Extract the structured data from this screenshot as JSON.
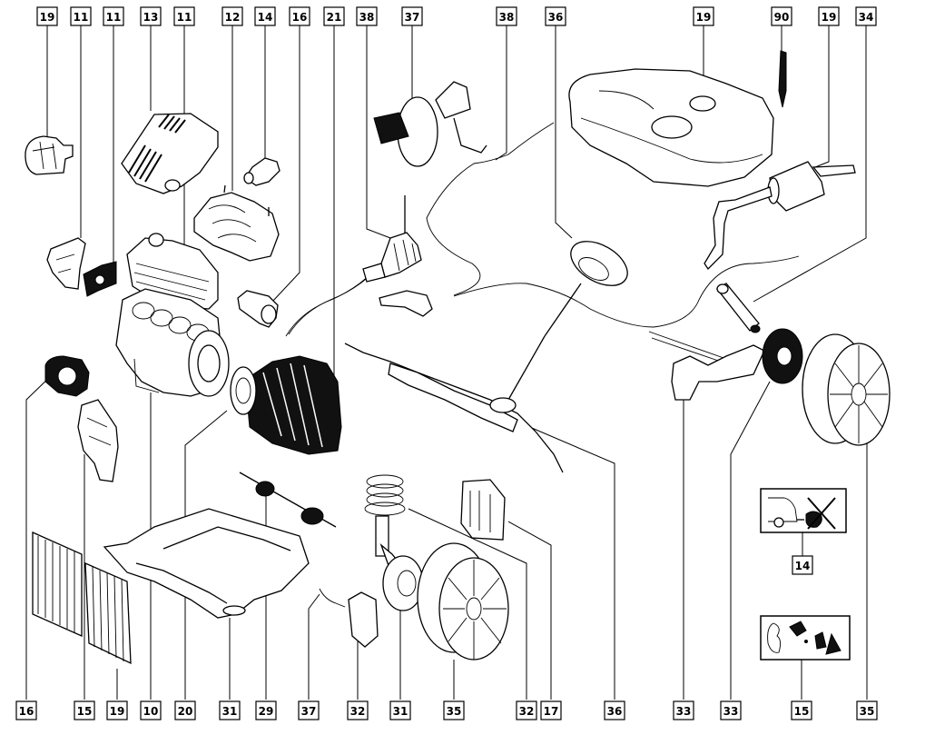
{
  "diagram": {
    "title": "Vehicle parts overview",
    "top_callouts": [
      "19",
      "11",
      "11",
      "13",
      "11",
      "12",
      "14",
      "16",
      "21",
      "38",
      "37",
      "38",
      "36",
      "19",
      "90",
      "19",
      "34"
    ],
    "bottom_callouts": [
      "16",
      "15",
      "19",
      "10",
      "20",
      "31",
      "29",
      "37",
      "32",
      "31",
      "35",
      "32",
      "17",
      "36",
      "33",
      "33",
      "15",
      "35"
    ],
    "info_panels": [
      {
        "name": "towing-prohibited-panel",
        "callout": "14",
        "icon": "car-towing-crossed-out-icon"
      },
      {
        "name": "accessory-kit-panel",
        "callout": "15",
        "icon": "belt-and-fittings-icon"
      }
    ],
    "parts": [
      {
        "callout": "19",
        "part": "throttle-body"
      },
      {
        "callout": "11",
        "part": "timing-cover"
      },
      {
        "callout": "11",
        "part": "oil-pump"
      },
      {
        "callout": "13",
        "part": "air-filter-housing"
      },
      {
        "callout": "11",
        "part": "cylinder-head"
      },
      {
        "callout": "12",
        "part": "intake-manifold"
      },
      {
        "callout": "14",
        "part": "thermostat-housing"
      },
      {
        "callout": "16",
        "part": "starter-motor"
      },
      {
        "callout": "21",
        "part": "gearbox"
      },
      {
        "callout": "38",
        "part": "gear-shift-lever"
      },
      {
        "callout": "37",
        "part": "brake-servo-pedal"
      },
      {
        "callout": "38",
        "part": "parking-brake-cable"
      },
      {
        "callout": "36",
        "part": "steering-wheel"
      },
      {
        "callout": "19",
        "part": "fuel-tank"
      },
      {
        "callout": "90",
        "part": "antenna"
      },
      {
        "callout": "19",
        "part": "exhaust-muffler"
      },
      {
        "callout": "34",
        "part": "rear-shock-absorber"
      },
      {
        "callout": "16",
        "part": "alternator"
      },
      {
        "callout": "15",
        "part": "engine-mount"
      },
      {
        "callout": "19",
        "part": "radiator"
      },
      {
        "callout": "10",
        "part": "engine-block"
      },
      {
        "callout": "20",
        "part": "clutch"
      },
      {
        "callout": "31",
        "part": "front-subframe"
      },
      {
        "callout": "29",
        "part": "drive-shaft"
      },
      {
        "callout": "37",
        "part": "brake-hose"
      },
      {
        "callout": "32",
        "part": "brake-caliper"
      },
      {
        "callout": "31",
        "part": "brake-disc"
      },
      {
        "callout": "35",
        "part": "front-wheel"
      },
      {
        "callout": "32",
        "part": "front-strut-spring"
      },
      {
        "callout": "17",
        "part": "ecu-module"
      },
      {
        "callout": "36",
        "part": "steering-rack"
      },
      {
        "callout": "33",
        "part": "rear-axle"
      },
      {
        "callout": "33",
        "part": "rear-brake-drum"
      },
      {
        "callout": "35",
        "part": "rear-wheel"
      }
    ]
  }
}
